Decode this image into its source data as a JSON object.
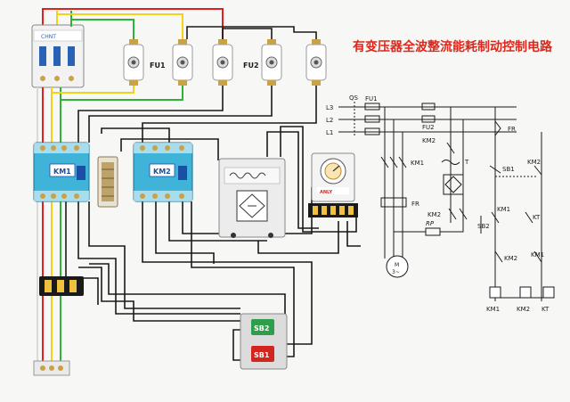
{
  "title": "有变压器全波整流能耗制动控制电路",
  "colors": {
    "title": "#e0261a",
    "wire_black": "#1a1a1a",
    "wire_red": "#e02020",
    "wire_yellow": "#f2d21a",
    "wire_green": "#2eb33a",
    "wire_white": "#d9d9d9",
    "contactor": "#3fb4d8",
    "contactor_label": "#1a4fa3",
    "terminal": "#f0c040",
    "sb2": "#2e9e4a",
    "sb1": "#d2251e"
  },
  "breaker": {
    "brand": "CHNT"
  },
  "wiring": {
    "fu1": "FU1",
    "fu2": "FU2",
    "km1": "KM1",
    "km2": "KM2",
    "sb2": "SB2",
    "sb1": "SB1",
    "timer_brand": "ANLY"
  },
  "schematic": {
    "l3": "L3",
    "l2": "L2",
    "l1": "L1",
    "qs": "QS",
    "fu1": "FU1",
    "fu2": "FU2",
    "km2_top": "KM2",
    "km1_main": "KM1",
    "t": "T",
    "fr_main": "FR",
    "km2_mid": "KM2",
    "rp": "RP",
    "motor_m": "M",
    "motor_3": "3~",
    "fr_ctrl": "FR",
    "sb1": "SB1",
    "km2_r1": "KM2",
    "sb2": "SB2",
    "km1_c": "KM1",
    "kt_c": "KT",
    "km2_l": "KM2",
    "km1_r": "KM1",
    "coil_km1": "KM1",
    "coil_km2": "KM2",
    "coil_kt": "KT"
  }
}
